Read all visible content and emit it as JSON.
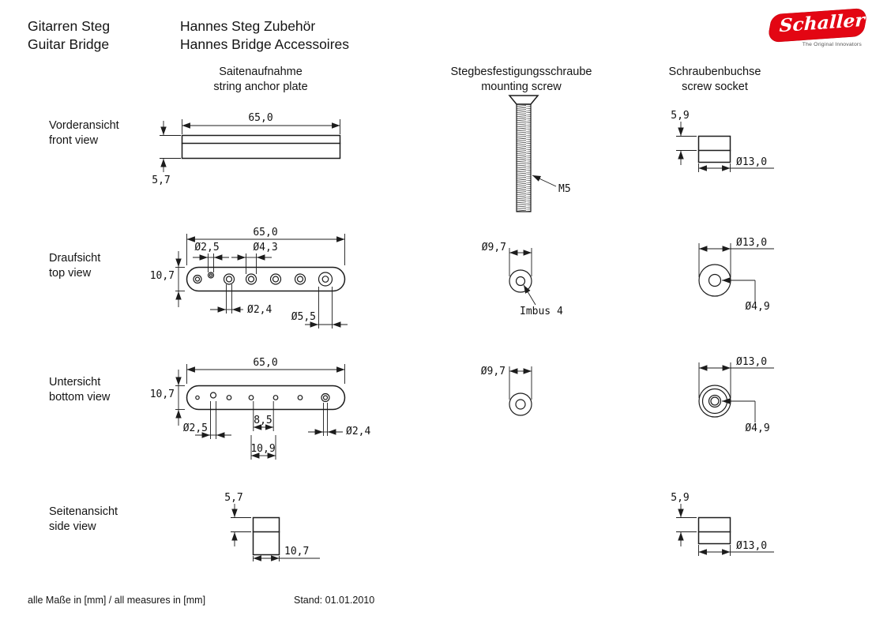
{
  "header": {
    "title_de": "Gitarren Steg",
    "title_en": "Guitar Bridge",
    "subtitle_de": "Hannes Steg Zubehör",
    "subtitle_en": "Hannes Bridge Accessoires"
  },
  "logo": {
    "brand": "Schaller",
    "tagline": "The Original Innovators",
    "brand_color": "#e30613"
  },
  "columns": [
    {
      "de": "Saitenaufnahme",
      "en": "string anchor plate"
    },
    {
      "de": "Stegbesfestigungsschraube",
      "en": "mounting screw"
    },
    {
      "de": "Schraubenbuchse",
      "en": "screw socket"
    }
  ],
  "rows": [
    {
      "de": "Vorderansicht",
      "en": "front view"
    },
    {
      "de": "Draufsicht",
      "en": "top view"
    },
    {
      "de": "Untersicht",
      "en": "bottom view"
    },
    {
      "de": "Seitenansicht",
      "en": "side view"
    }
  ],
  "dims": {
    "plate_front": {
      "length": "65,0",
      "height": "5,7"
    },
    "plate_top": {
      "length": "65,0",
      "hole_small": "Ø2,5",
      "hole_large": "Ø4,3",
      "width": "10,7",
      "hole_bottom": "Ø2,4",
      "counterbore": "Ø5,5"
    },
    "plate_bottom": {
      "length": "65,0",
      "width": "10,7",
      "hole_left": "Ø2,5",
      "spacing_1": "8,5",
      "hole_right": "Ø2,4",
      "spacing_2": "10,9"
    },
    "plate_side": {
      "height": "5,7",
      "width": "10,7"
    },
    "screw": {
      "thread": "M5",
      "head_top": "Ø9,7",
      "socket": "Imbus 4",
      "head_bottom": "Ø9,7"
    },
    "socket_front": {
      "height": "5,9",
      "diameter": "Ø13,0"
    },
    "socket_top": {
      "diameter": "Ø13,0",
      "bore": "Ø4,9"
    },
    "socket_bottom": {
      "diameter": "Ø13,0",
      "bore": "Ø4,9"
    },
    "socket_side": {
      "height": "5,9",
      "diameter": "Ø13,0"
    }
  },
  "footer": {
    "measures_note": "alle Maße in [mm] / all measures in [mm]",
    "date_note": "Stand: 01.01.2010"
  }
}
